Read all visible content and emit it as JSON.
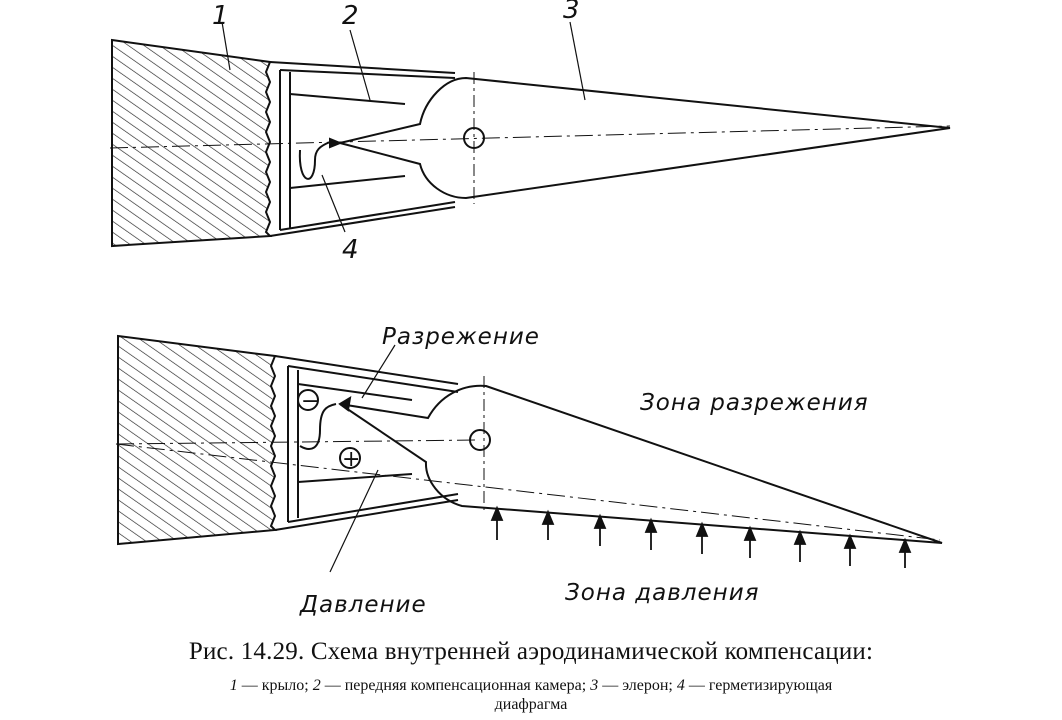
{
  "diagram": {
    "top": {
      "callouts": [
        "1",
        "2",
        "3",
        "4"
      ]
    },
    "bottom": {
      "rarefaction_label": "Разрежение",
      "pressure_label": "Давление",
      "rarefaction_zone": "Зона разрежения",
      "pressure_zone": "Зона давления",
      "minus_symbol": "−",
      "plus_symbol": "+"
    }
  },
  "caption": {
    "title": "Рис. 14.29. Схема внутренней аэродинамической компенсации:",
    "legend_items": [
      {
        "num": "1",
        "text": " — крыло; "
      },
      {
        "num": "2",
        "text": " — передняя компенсационная камера; "
      },
      {
        "num": "3",
        "text": " — элерон; "
      },
      {
        "num": "4",
        "text": " — герметизирующая"
      }
    ],
    "legend_tail": "диафрагма"
  }
}
